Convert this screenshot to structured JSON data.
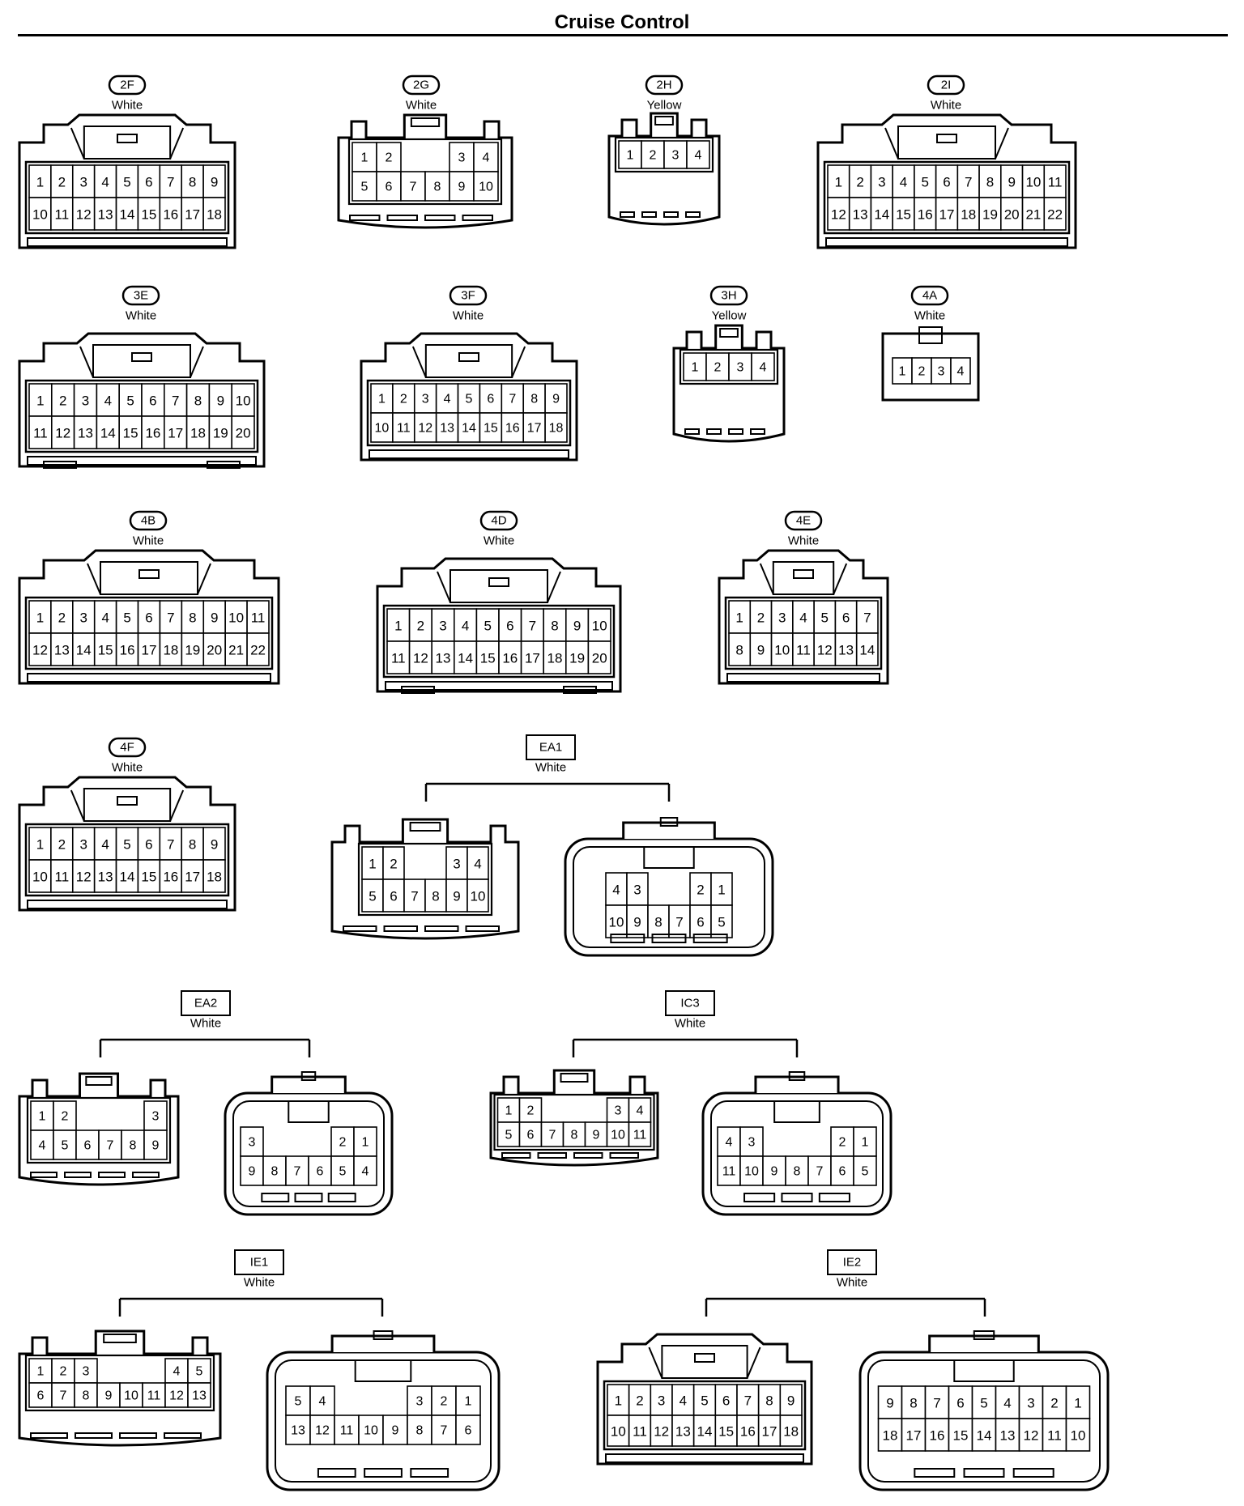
{
  "title": "Cruise Control",
  "connectors": [
    {
      "id": "2F",
      "color": "White",
      "tag": "pill",
      "pins": [
        [
          "1",
          "2",
          "3",
          "4",
          "5",
          "6",
          "7",
          "8",
          "9"
        ],
        [
          "10",
          "11",
          "12",
          "13",
          "14",
          "15",
          "16",
          "17",
          "18"
        ]
      ]
    },
    {
      "id": "2G",
      "color": "White",
      "tag": "pill",
      "pins": [
        [
          "1",
          "2",
          "",
          "",
          "3",
          "4"
        ],
        [
          "5",
          "6",
          "7",
          "8",
          "9",
          "10"
        ]
      ]
    },
    {
      "id": "2H",
      "color": "Yellow",
      "tag": "pill",
      "pins": [
        [
          "1",
          "2",
          "3",
          "4"
        ]
      ]
    },
    {
      "id": "2I",
      "color": "White",
      "tag": "pill",
      "pins": [
        [
          "1",
          "2",
          "3",
          "4",
          "5",
          "6",
          "7",
          "8",
          "9",
          "10",
          "11"
        ],
        [
          "12",
          "13",
          "14",
          "15",
          "16",
          "17",
          "18",
          "19",
          "20",
          "21",
          "22"
        ]
      ]
    },
    {
      "id": "3E",
      "color": "White",
      "tag": "pill",
      "pins": [
        [
          "1",
          "2",
          "3",
          "4",
          "5",
          "6",
          "7",
          "8",
          "9",
          "10"
        ],
        [
          "11",
          "12",
          "13",
          "14",
          "15",
          "16",
          "17",
          "18",
          "19",
          "20"
        ]
      ]
    },
    {
      "id": "3F",
      "color": "White",
      "tag": "pill",
      "pins": [
        [
          "1",
          "2",
          "3",
          "4",
          "5",
          "6",
          "7",
          "8",
          "9"
        ],
        [
          "10",
          "11",
          "12",
          "13",
          "14",
          "15",
          "16",
          "17",
          "18"
        ]
      ]
    },
    {
      "id": "3H",
      "color": "Yellow",
      "tag": "pill",
      "pins": [
        [
          "1",
          "2",
          "3",
          "4"
        ]
      ]
    },
    {
      "id": "4A",
      "color": "White",
      "tag": "pill",
      "pins": [
        [
          "1",
          "2",
          "3",
          "4"
        ]
      ]
    },
    {
      "id": "4B",
      "color": "White",
      "tag": "pill",
      "pins": [
        [
          "1",
          "2",
          "3",
          "4",
          "5",
          "6",
          "7",
          "8",
          "9",
          "10",
          "11"
        ],
        [
          "12",
          "13",
          "14",
          "15",
          "16",
          "17",
          "18",
          "19",
          "20",
          "21",
          "22"
        ]
      ]
    },
    {
      "id": "4D",
      "color": "White",
      "tag": "pill",
      "pins": [
        [
          "1",
          "2",
          "3",
          "4",
          "5",
          "6",
          "7",
          "8",
          "9",
          "10"
        ],
        [
          "11",
          "12",
          "13",
          "14",
          "15",
          "16",
          "17",
          "18",
          "19",
          "20"
        ]
      ]
    },
    {
      "id": "4E",
      "color": "White",
      "tag": "pill",
      "pins": [
        [
          "1",
          "2",
          "3",
          "4",
          "5",
          "6",
          "7"
        ],
        [
          "8",
          "9",
          "10",
          "11",
          "12",
          "13",
          "14"
        ]
      ]
    },
    {
      "id": "4F",
      "color": "White",
      "tag": "pill",
      "pins": [
        [
          "1",
          "2",
          "3",
          "4",
          "5",
          "6",
          "7",
          "8",
          "9"
        ],
        [
          "10",
          "11",
          "12",
          "13",
          "14",
          "15",
          "16",
          "17",
          "18"
        ]
      ]
    },
    {
      "id": "EA1",
      "color": "White",
      "tag": "box",
      "pair": [
        [
          [
            "1",
            "2",
            "",
            "",
            "3",
            "4"
          ],
          [
            "5",
            "6",
            "7",
            "8",
            "9",
            "10"
          ]
        ],
        [
          [
            "4",
            "3",
            "",
            "",
            "2",
            "1"
          ],
          [
            "10",
            "9",
            "8",
            "7",
            "6",
            "5"
          ]
        ]
      ]
    },
    {
      "id": "EA2",
      "color": "White",
      "tag": "box",
      "pair": [
        [
          [
            "1",
            "2",
            "",
            "",
            "",
            "3"
          ],
          [
            "4",
            "5",
            "6",
            "7",
            "8",
            "9"
          ]
        ],
        [
          [
            "3",
            "",
            "",
            "",
            "2",
            "1"
          ],
          [
            "9",
            "8",
            "7",
            "6",
            "5",
            "4"
          ]
        ]
      ]
    },
    {
      "id": "IC3",
      "color": "White",
      "tag": "box",
      "pair": [
        [
          [
            "1",
            "2",
            "",
            "",
            "",
            "3",
            "4"
          ],
          [
            "5",
            "6",
            "7",
            "8",
            "9",
            "10",
            "11"
          ]
        ],
        [
          [
            "4",
            "3",
            "",
            "",
            "",
            "2",
            "1"
          ],
          [
            "11",
            "10",
            "9",
            "8",
            "7",
            "6",
            "5"
          ]
        ]
      ]
    },
    {
      "id": "IE1",
      "color": "White",
      "tag": "box",
      "pair": [
        [
          [
            "1",
            "2",
            "3",
            "",
            "",
            "",
            "4",
            "5"
          ],
          [
            "6",
            "7",
            "8",
            "9",
            "10",
            "11",
            "12",
            "13"
          ]
        ],
        [
          [
            "5",
            "4",
            "",
            "",
            "",
            "3",
            "2",
            "1"
          ],
          [
            "13",
            "12",
            "11",
            "10",
            "9",
            "8",
            "7",
            "6"
          ]
        ]
      ]
    },
    {
      "id": "IE2",
      "color": "White",
      "tag": "box",
      "pair": [
        [
          [
            "1",
            "2",
            "3",
            "4",
            "5",
            "6",
            "7",
            "8",
            "9"
          ],
          [
            "10",
            "11",
            "12",
            "13",
            "14",
            "15",
            "16",
            "17",
            "18"
          ]
        ],
        [
          [
            "9",
            "8",
            "7",
            "6",
            "5",
            "4",
            "3",
            "2",
            "1"
          ],
          [
            "18",
            "17",
            "16",
            "15",
            "14",
            "13",
            "12",
            "11",
            "10"
          ]
        ]
      ]
    }
  ]
}
